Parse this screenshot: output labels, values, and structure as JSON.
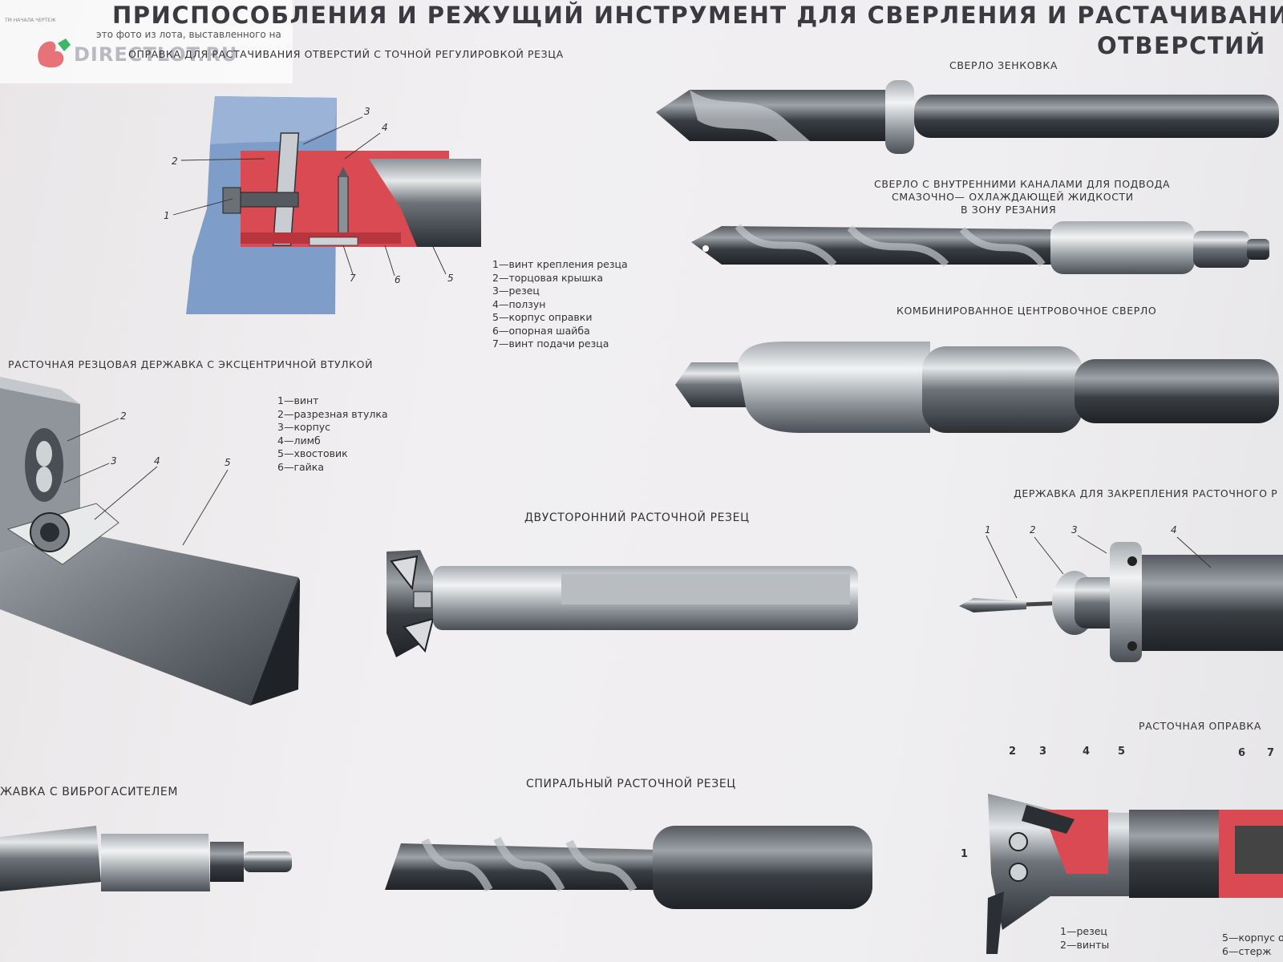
{
  "watermark": {
    "notice": "это фото из лота, выставленного на",
    "brand": "DIRECTLOT.RU",
    "tiny": "ТМ НАЧАЛА ЧЕРТЕЖ"
  },
  "title": {
    "line1": "ПРИСПОСОБЛЕНИЯ И РЕЖУЩИЙ ИНСТРУМЕНТ ДЛЯ СВЕРЛЕНИЯ И РАСТАЧИВАНИЯ",
    "line2": "ОТВЕРСТИЙ"
  },
  "sections": {
    "mandrel_precise": {
      "caption": "ОПРАВКА ДЛЯ РАСТАЧИВАНИЯ ОТВЕРСТИЙ С ТОЧНОЙ РЕГУЛИРОВКОЙ РЕЗЦА",
      "callouts": [
        "1",
        "2",
        "3",
        "4",
        "5",
        "6",
        "7"
      ],
      "legend": [
        "1—винт крепления резца",
        "2—торцовая крышка",
        "3—резец",
        "4—ползун",
        "5—корпус оправки",
        "6—опорная шайба",
        "7—винт подачи резца"
      ]
    },
    "eccentric_holder": {
      "caption": "РАСТОЧНАЯ РЕЗЦОВАЯ ДЕРЖАВКА С ЭКСЦЕНТРИЧНОЙ ВТУЛКОЙ",
      "callouts": [
        "2",
        "3",
        "4",
        "5"
      ],
      "legend": [
        "1—винт",
        "2—разрезная втулка",
        "3—корпус",
        "4—лимб",
        "5—хвостовик",
        "6—гайка"
      ]
    },
    "vibration_holder": {
      "caption": "ЖАВКА С ВИБРОГАСИТЕЛЕМ"
    },
    "countersink_drill": {
      "caption": "СВЕРЛО ЗЕНКОВКА"
    },
    "coolant_drill": {
      "caption_lines": [
        "СВЕРЛО С ВНУТРЕННИМИ КАНАЛАМИ ДЛЯ ПОДВОДА",
        "СМАЗОЧНО— ОХЛАЖДАЮЩЕЙ ЖИДКОСТИ",
        "В ЗОНУ РЕЗАНИЯ"
      ]
    },
    "center_drill": {
      "caption": "КОМБИНИРОВАННОЕ ЦЕНТРОВОЧНОЕ СВЕРЛО"
    },
    "double_cutter": {
      "caption": "ДВУСТОРОННИЙ РАСТОЧНОЙ РЕЗЕЦ"
    },
    "spiral_cutter": {
      "caption": "СПИРАЛЬНЫЙ РАСТОЧНОЙ РЕЗЕЦ"
    },
    "bore_holder": {
      "caption": "ДЕРЖАВКА ДЛЯ ЗАКРЕПЛЕНИЯ РАСТОЧНОГО Р",
      "callouts": [
        "1",
        "2",
        "3",
        "4"
      ]
    },
    "boring_bar": {
      "caption": "РАСТОЧНАЯ ОПРАВКА",
      "callouts": [
        "1",
        "2",
        "3",
        "4",
        "5",
        "6",
        "7"
      ],
      "legend_left": [
        "1—резец",
        "2—винты"
      ],
      "legend_right": [
        "5—корпус о",
        "6—стерж"
      ]
    }
  },
  "colors": {
    "red": "#d94a52",
    "blue": "#7f9dc9",
    "steel_dark": "#2f3338",
    "steel_mid": "#5a6066",
    "steel_light": "#9aa0a6"
  }
}
